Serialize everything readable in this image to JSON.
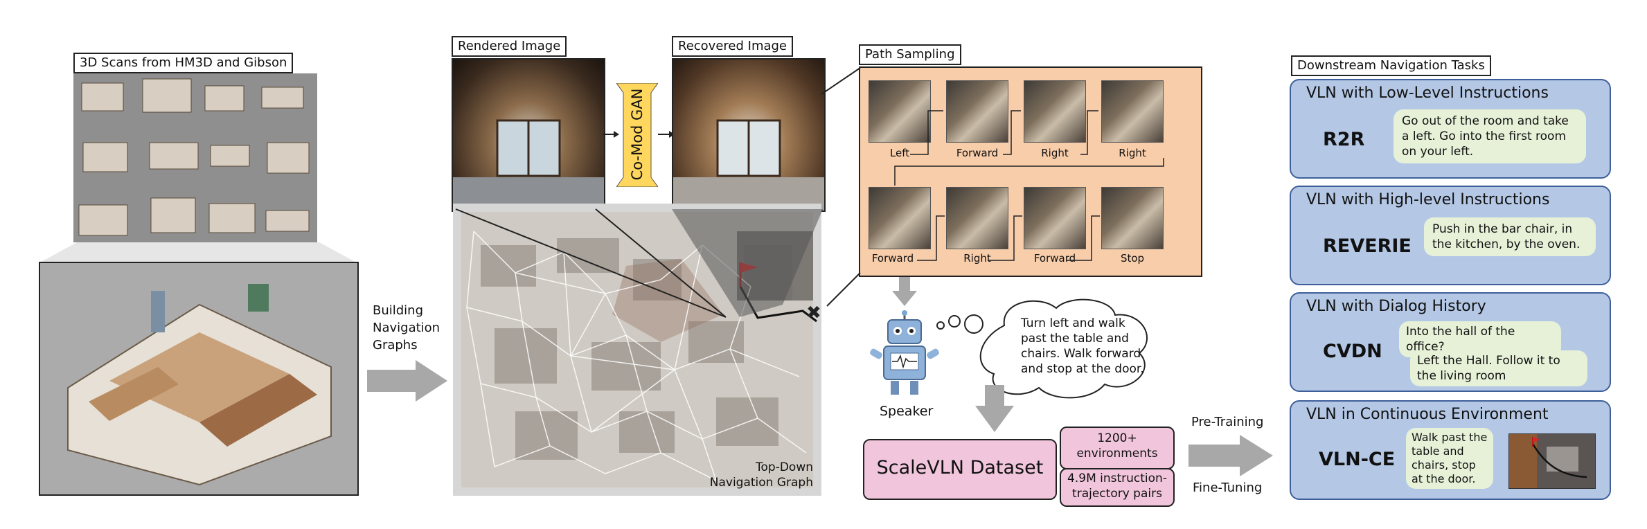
{
  "scans": {
    "label": "3D Scans from HM3D and Gibson"
  },
  "arrows": {
    "building_graphs": "Building\nNavigation\nGraphs",
    "pre_training": "Pre-Training",
    "fine_tuning": "Fine-Tuning"
  },
  "rendered": {
    "label": "Rendered Image"
  },
  "gan": {
    "label": "Co-Mod GAN"
  },
  "recovered": {
    "label": "Recovered Image"
  },
  "graph": {
    "label": "Top-Down\nNavigation Graph"
  },
  "path_sampling": {
    "label": "Path Sampling",
    "row1": [
      "Left",
      "Forward",
      "Right",
      "Right"
    ],
    "row2": [
      "Forward",
      "Right",
      "Forward",
      "Stop"
    ]
  },
  "speaker": {
    "label": "Speaker",
    "utterance": "Turn left and walk past the table and chairs. Walk forward and stop at the door."
  },
  "dataset": {
    "name": "ScaleVLN Dataset",
    "envs": "1200+\nenvironments",
    "pairs": "4.9M instruction-\ntrajectory pairs"
  },
  "downstream": {
    "label": "Downstream Navigation Tasks",
    "tasks": [
      {
        "title": "VLN with Low-Level Instructions",
        "name": "R2R",
        "text": "Go out of the room and take a left. Go into the first room on your left."
      },
      {
        "title": "VLN with High-level Instructions",
        "name": "REVERIE",
        "text": "Push in the bar chair, in the kitchen, by the oven."
      },
      {
        "title": "VLN with Dialog History",
        "name": "CVDN",
        "q": "Into the hall of the office?",
        "a": "Left the Hall. Follow it to the living room"
      },
      {
        "title": "VLN in Continuous Environment",
        "name": "VLN-CE",
        "text": "Walk past the table and chairs, stop at the door."
      }
    ]
  },
  "colors": {
    "task_fill": "#b4c8e6",
    "task_border": "#3f5f9a",
    "bubble": "#e6f1d8",
    "path_bg": "#f8cdaa",
    "gan": "#ffd75e",
    "pink": "#f1c6dc",
    "arrow": "#a8a8a8"
  }
}
